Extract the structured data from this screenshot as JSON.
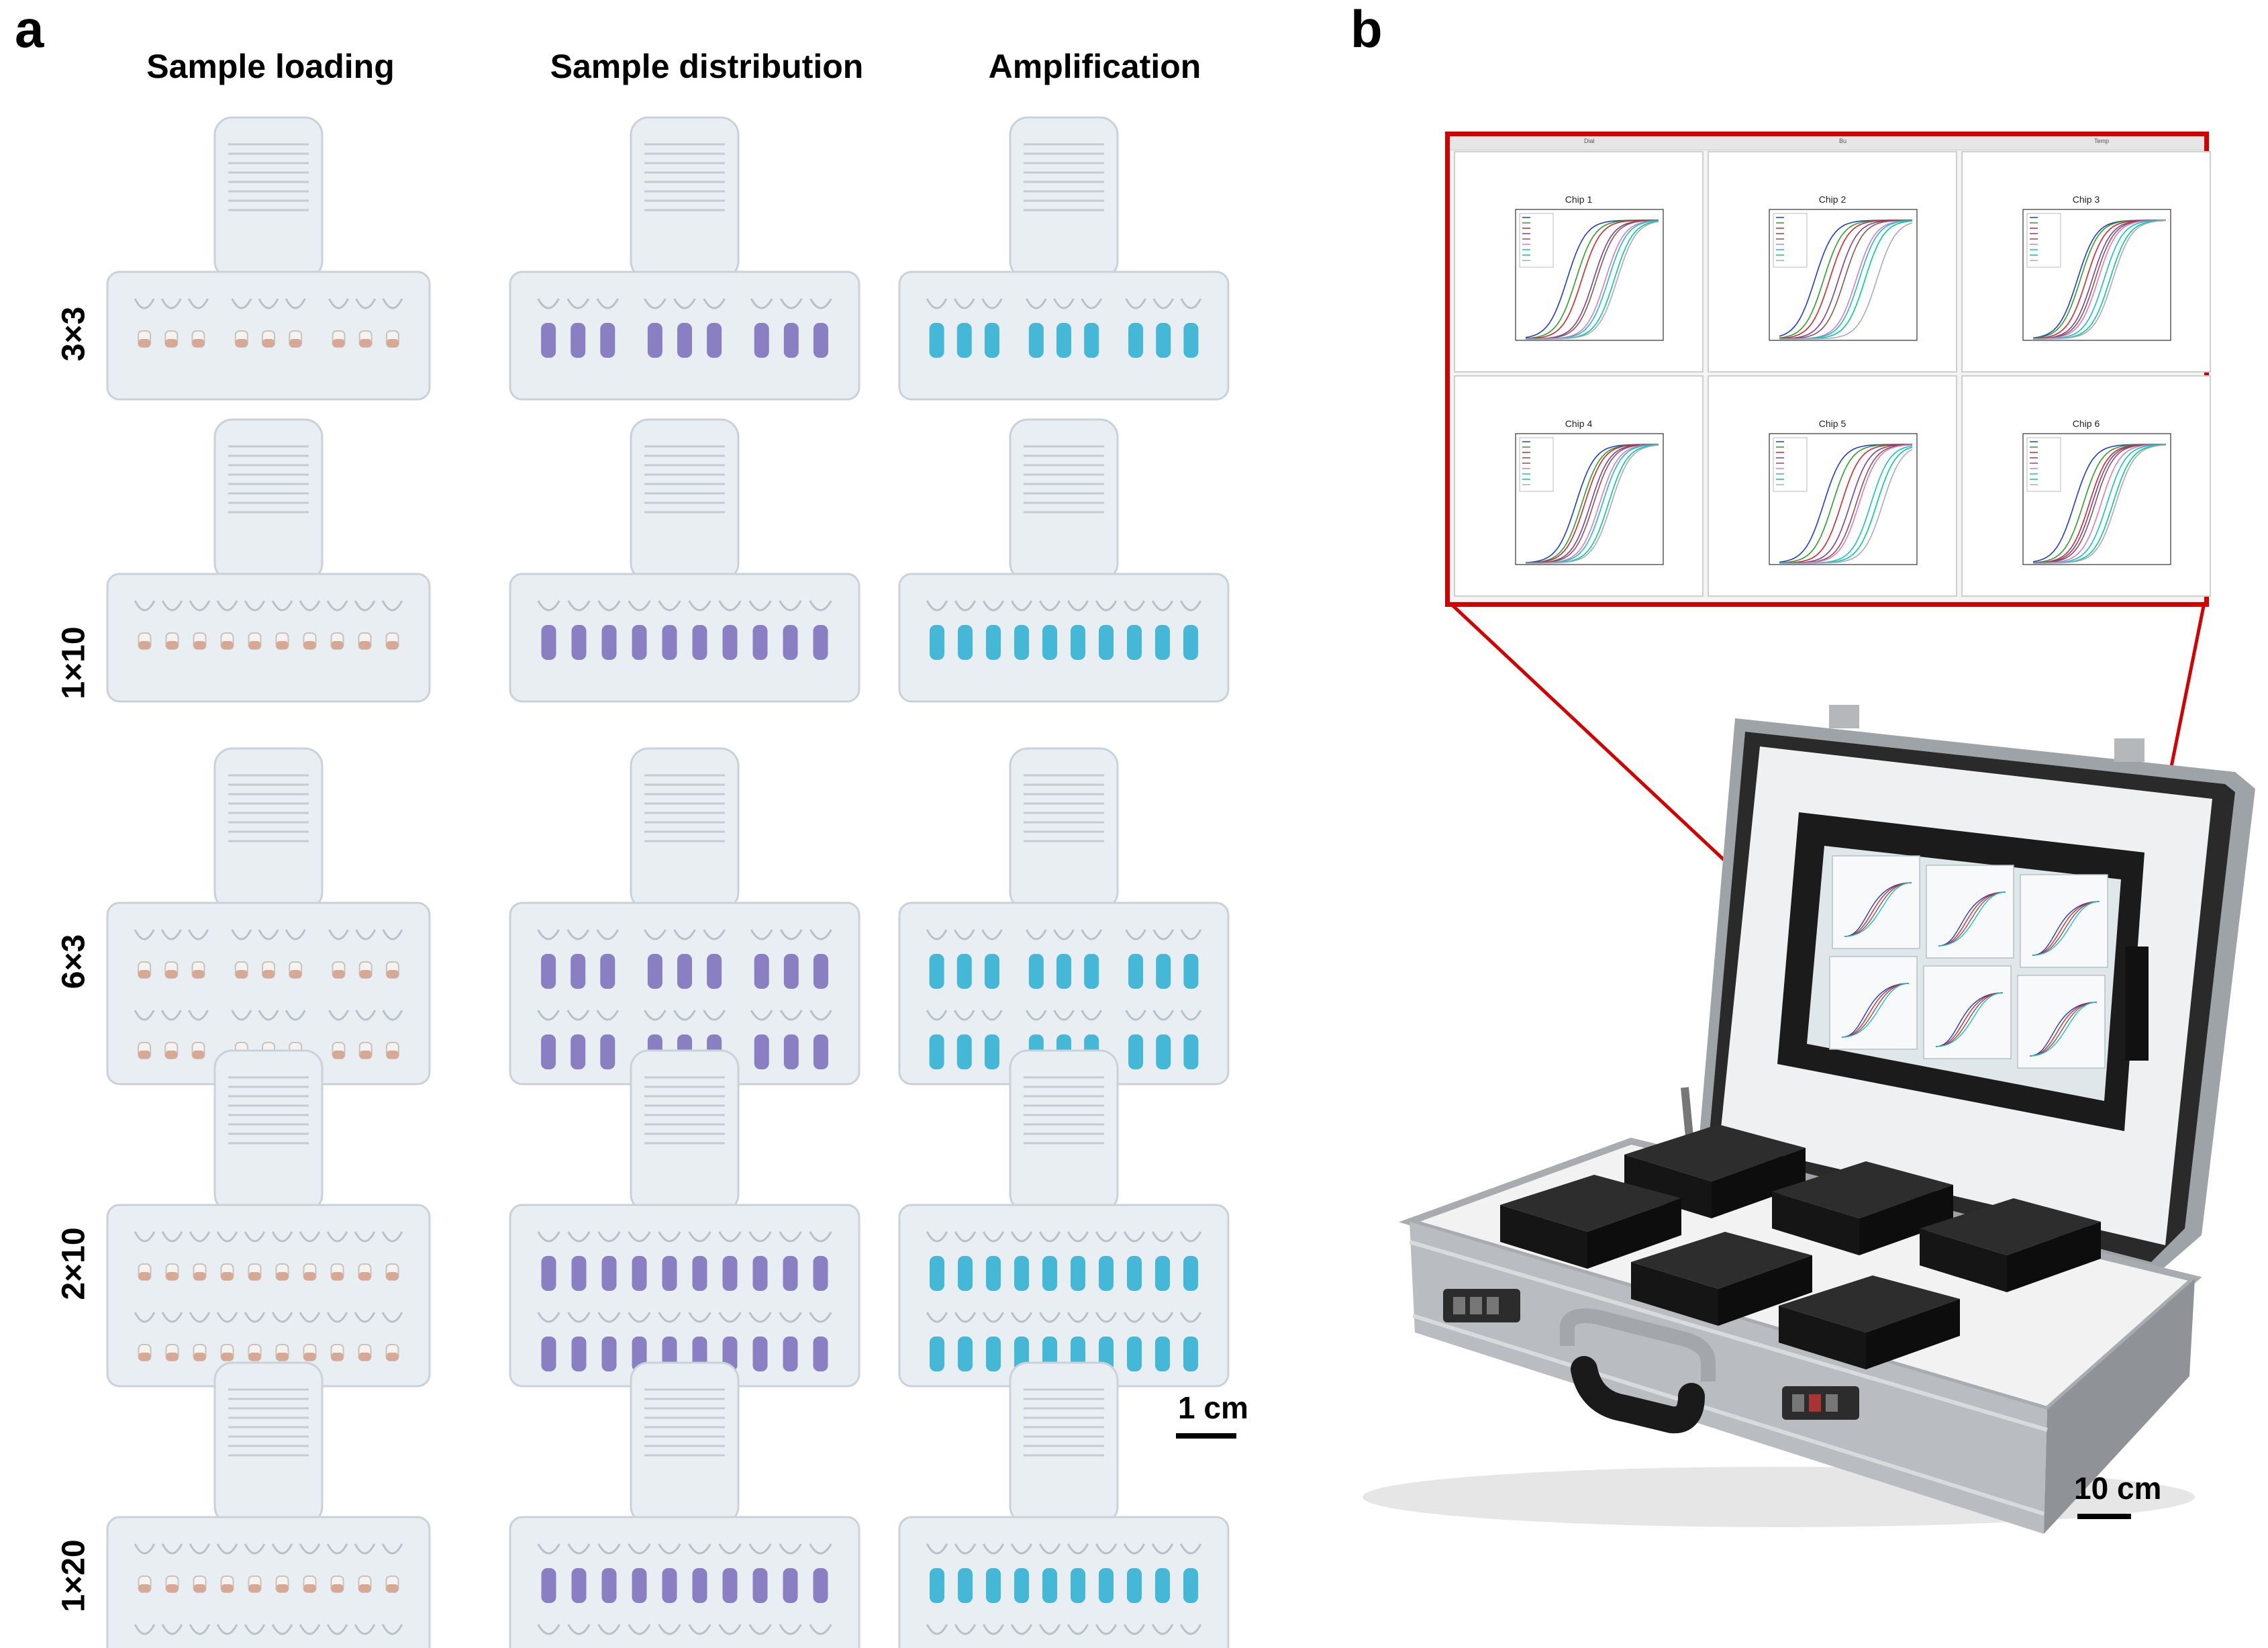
{
  "panel_a": {
    "letter": "a",
    "columns": [
      "Sample loading",
      "Sample distribution",
      "Amplification"
    ],
    "rows": [
      "3×3",
      "1×10",
      "6×3",
      "2×10",
      "1×20"
    ],
    "scale_bar": "1 cm"
  },
  "panel_b": {
    "letter": "b",
    "scale_bar": "10 cm",
    "screen_tabs": [
      "Dial",
      "Bu",
      "Temp"
    ],
    "plots": [
      {
        "title": "Chip 1"
      },
      {
        "title": "Chip 2"
      },
      {
        "title": "Chip 3"
      },
      {
        "title": "Chip 4"
      },
      {
        "title": "Chip 5"
      },
      {
        "title": "Chip 6"
      }
    ]
  },
  "colors": {
    "chip": "#e9eef2",
    "chip_edge": "#c9d2d9",
    "loading_dot": "#d7a894",
    "distribution_well": "#8a7fc2",
    "amplification_well": "#44b8d6",
    "inset_border": "#d40000"
  }
}
